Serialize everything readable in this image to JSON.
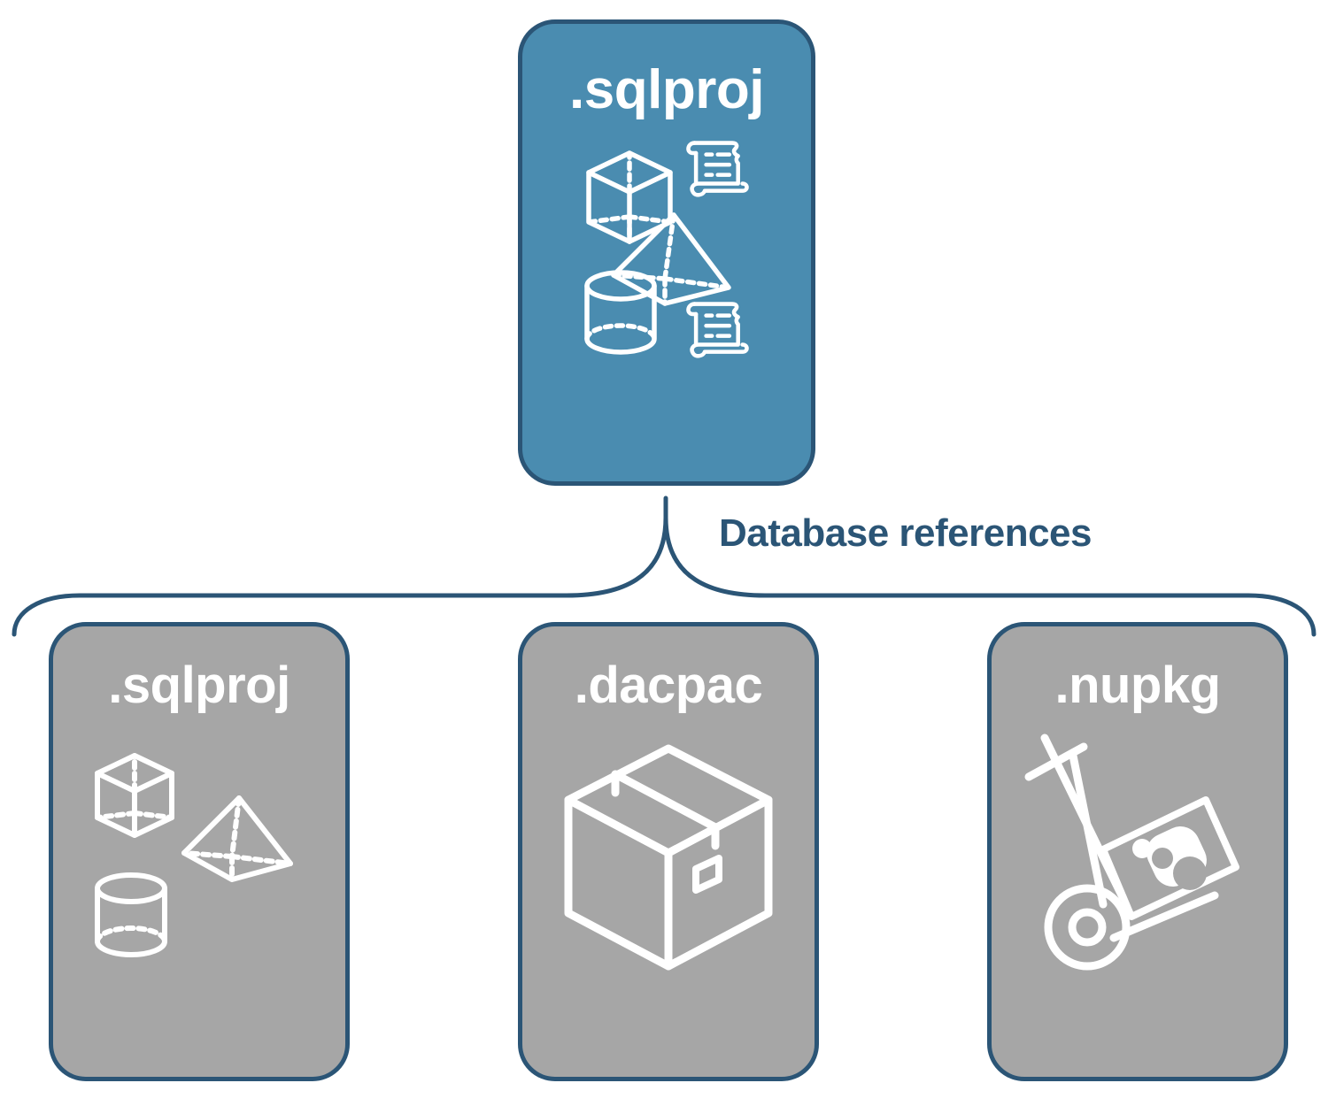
{
  "diagram": {
    "title_node": {
      "label": ".sqlproj",
      "fill_color": "#4a8cb0",
      "border_color": "#2b5576",
      "text_color": "#ffffff",
      "icons": [
        "cube-wireframe-icon",
        "scroll-icon",
        "pyramid-wireframe-icon",
        "cylinder-wireframe-icon",
        "scroll-icon"
      ]
    },
    "connector": {
      "label": "Database references",
      "label_color": "#2b5576",
      "stroke_color": "#2b5576",
      "style": "curly-brace"
    },
    "children": [
      {
        "label": ".sqlproj",
        "fill_color": "#a6a6a6",
        "border_color": "#2b5576",
        "text_color": "#ffffff",
        "icon": "database-objects-icon",
        "icons": [
          "cube-wireframe-icon",
          "pyramid-wireframe-icon",
          "cylinder-wireframe-icon"
        ]
      },
      {
        "label": ".dacpac",
        "fill_color": "#a6a6a6",
        "border_color": "#2b5576",
        "text_color": "#ffffff",
        "icon": "shipping-box-icon",
        "icons": [
          "shipping-box-icon"
        ]
      },
      {
        "label": ".nupkg",
        "fill_color": "#a6a6a6",
        "border_color": "#2b5576",
        "text_color": "#ffffff",
        "icon": "hand-truck-package-icon",
        "icons": [
          "hand-truck-package-icon"
        ]
      }
    ]
  }
}
